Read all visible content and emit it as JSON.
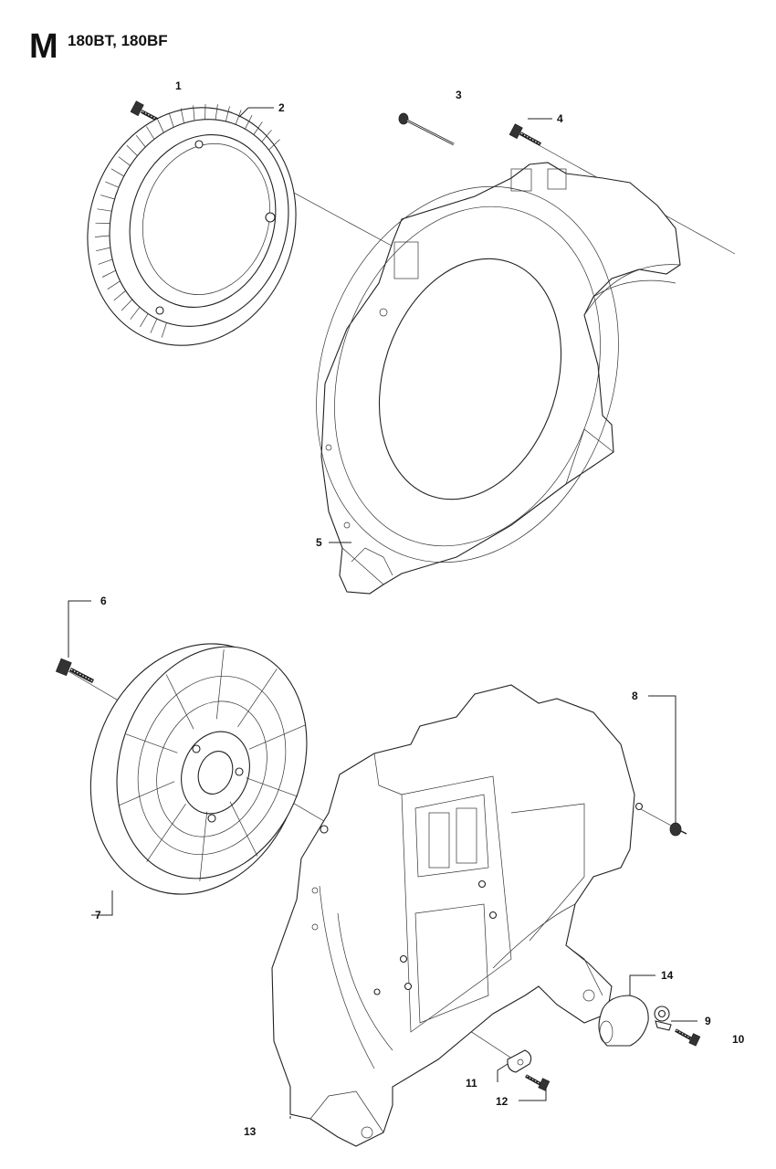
{
  "header": {
    "section_letter": "M",
    "model_title": "180BT, 180BF"
  },
  "callouts": [
    {
      "id": "1",
      "label": "1"
    },
    {
      "id": "2",
      "label": "2"
    },
    {
      "id": "3",
      "label": "3"
    },
    {
      "id": "4",
      "label": "4"
    },
    {
      "id": "5",
      "label": "5"
    },
    {
      "id": "6",
      "label": "6"
    },
    {
      "id": "7",
      "label": "7"
    },
    {
      "id": "8",
      "label": "8"
    },
    {
      "id": "9",
      "label": "9"
    },
    {
      "id": "10",
      "label": "10"
    },
    {
      "id": "11",
      "label": "11"
    },
    {
      "id": "12",
      "label": "12"
    },
    {
      "id": "13",
      "label": "13"
    },
    {
      "id": "14",
      "label": "14"
    }
  ]
}
